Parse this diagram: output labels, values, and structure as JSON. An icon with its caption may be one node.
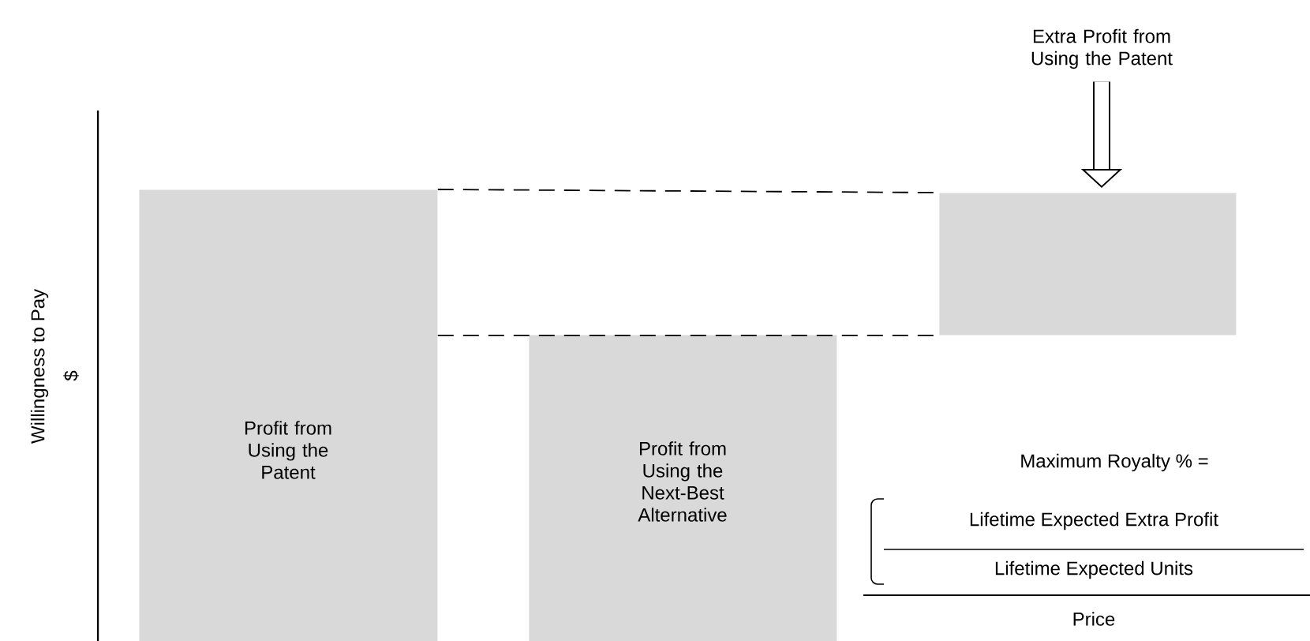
{
  "diagram": {
    "nodes": [
      {
        "text": [
          "Profit from Using the Patent"
        ]
      },
      {
        "text": [
          "Profit from Using the Next-Best Alternative"
        ]
      },
      {
        "text": [],
        "shape": "box"
      },
      {
        "text": [
          "Extra Profit from Using the Patent"
        ]
      }
    ],
    "edges": [
      {
        "from": 0,
        "to": 2,
        "arrow": "none",
        "style": "dashed"
      },
      {
        "from": 0,
        "to": 2,
        "arrow": "none",
        "style": "dashed"
      },
      {
        "from": 3,
        "to": 2,
        "arrow": "to",
        "style": "thick"
      }
    ],
    "labels": [
      "Willingness to Pay",
      "$",
      "Maximum Royalty % =",
      "Lifetime Expected Extra Profit",
      "Lifetime Expected Units",
      "Price"
    ]
  }
}
